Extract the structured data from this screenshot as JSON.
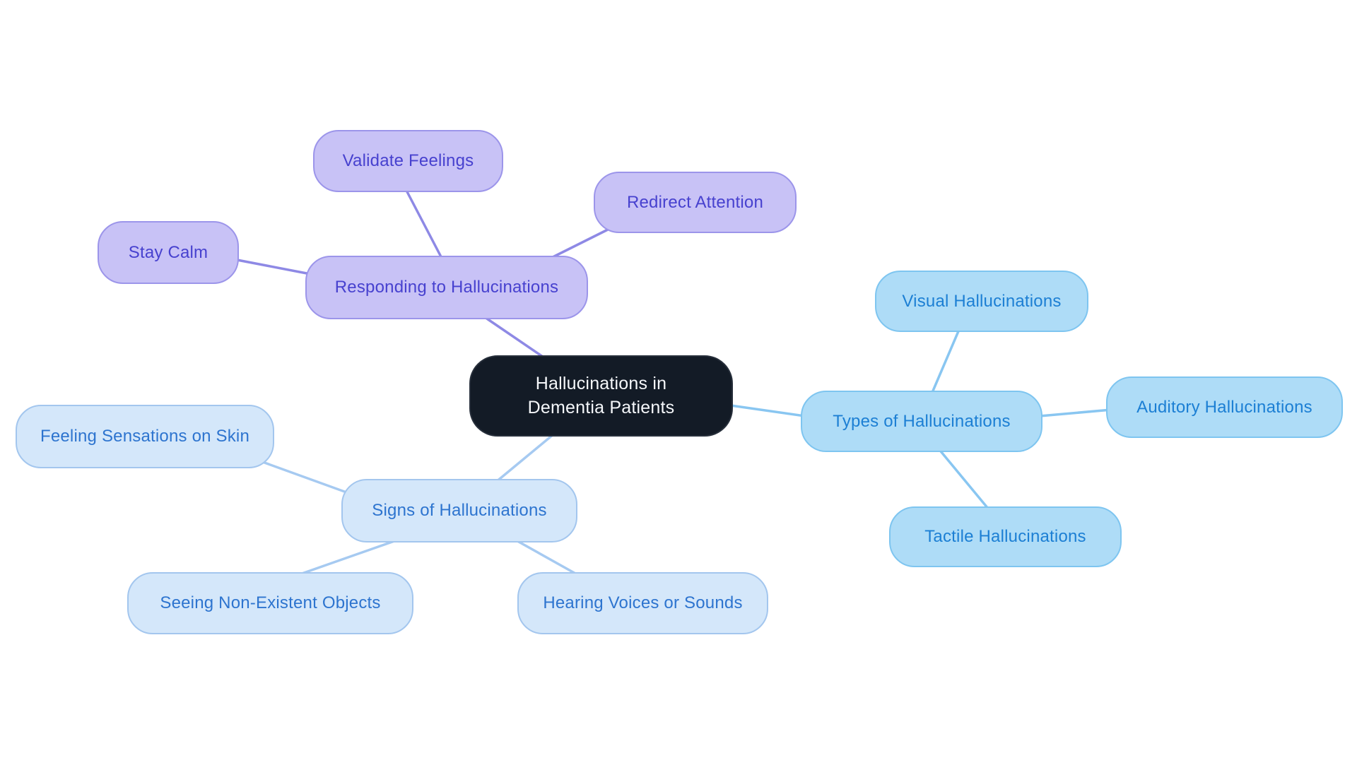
{
  "diagram": {
    "type": "mindmap",
    "background": "#ffffff"
  },
  "nodes": {
    "central": {
      "label": "Hallucinations in Dementia Patients"
    },
    "responding": {
      "label": "Responding to Hallucinations"
    },
    "validate": {
      "label": "Validate Feelings"
    },
    "redirect": {
      "label": "Redirect Attention"
    },
    "staycalm": {
      "label": "Stay Calm"
    },
    "types": {
      "label": "Types of Hallucinations"
    },
    "visual": {
      "label": "Visual Hallucinations"
    },
    "auditory": {
      "label": "Auditory Hallucinations"
    },
    "tactile": {
      "label": "Tactile Hallucinations"
    },
    "signs": {
      "label": "Signs of Hallucinations"
    },
    "feeling": {
      "label": "Feeling Sensations on Skin"
    },
    "seeing": {
      "label": "Seeing Non-Existent Objects"
    },
    "hearing": {
      "label": "Hearing Voices or Sounds"
    }
  },
  "colors": {
    "central_fill": "#131b26",
    "central_text": "#f5f7fa",
    "purple_fill": "#c8c2f6",
    "purple_border": "#9c95ea",
    "purple_text": "#4741cf",
    "purple_edge": "#8e89e5",
    "blue_fill": "#aedcf7",
    "blue_border": "#7ec5f0",
    "blue_text": "#1c7fd4",
    "blue_edge": "#89c6f1",
    "lightblue_fill": "#d4e7fa",
    "lightblue_border": "#a3c6ee",
    "lightblue_text": "#2d74cf",
    "lightblue_edge": "#a6caf1"
  },
  "branches": [
    {
      "parent": "Responding to Hallucinations",
      "children": [
        "Validate Feelings",
        "Redirect Attention",
        "Stay Calm"
      ],
      "theme": "purple"
    },
    {
      "parent": "Types of Hallucinations",
      "children": [
        "Visual Hallucinations",
        "Auditory Hallucinations",
        "Tactile Hallucinations"
      ],
      "theme": "blue"
    },
    {
      "parent": "Signs of Hallucinations",
      "children": [
        "Feeling Sensations on Skin",
        "Seeing Non-Existent Objects",
        "Hearing Voices or Sounds"
      ],
      "theme": "lightblue"
    }
  ]
}
